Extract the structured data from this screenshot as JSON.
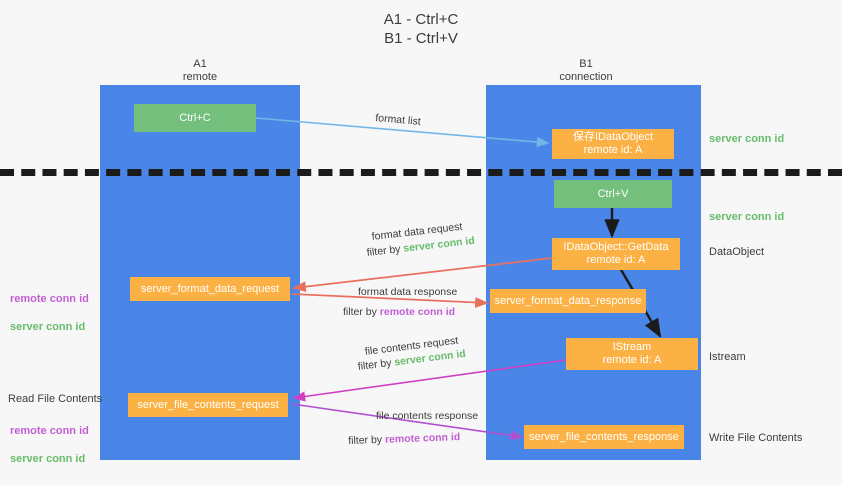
{
  "title": "A1 - Ctrl+C\nB1 - Ctrl+V",
  "columns": [
    {
      "name": "A1",
      "sub": "remote"
    },
    {
      "name": "B1",
      "sub": "connection"
    }
  ],
  "colors": {
    "lane": "#4a86e8",
    "green_box": "#73bf7b",
    "orange_box": "#fbb144",
    "server_conn_id": "#68bb6c",
    "remote_conn_id": "#c25fd4",
    "background": "#f7f7f7",
    "arrow_blue": "#73b7e8",
    "arrow_red": "#e8705f",
    "arrow_magenta": "#d13fc4",
    "arrow_purple": "#b050d0",
    "arrow_black": "#1b1b1b",
    "divider": "#1b1b1b"
  },
  "terms": {
    "server_conn_id": "server conn id",
    "remote_conn_id": "remote conn id",
    "filter_by": "filter by"
  },
  "boxes": [
    {
      "id": "ctrl-c",
      "label": "Ctrl+C"
    },
    {
      "id": "save-idataobject",
      "label": "保存IDataObject\nremote id: A"
    },
    {
      "id": "ctrl-v",
      "label": "Ctrl+V"
    },
    {
      "id": "idataobject-getdata",
      "label": "IDataObject::GetData\nremote id: A"
    },
    {
      "id": "server-format-data-request",
      "label": "server_format_data_request"
    },
    {
      "id": "server-format-data-response",
      "label": "server_format_data_response"
    },
    {
      "id": "istream",
      "label": "IStream\nremote id: A"
    },
    {
      "id": "server-file-contents-request",
      "label": "server_file_contents_request"
    },
    {
      "id": "server-file-contents-response",
      "label": "server_file_contents_response"
    }
  ],
  "right_labels": [
    {
      "id": "server-conn-id-1",
      "text": "server conn id"
    },
    {
      "id": "server-conn-id-2",
      "text": "server conn id"
    },
    {
      "id": "dataobject",
      "text": "DataObject"
    },
    {
      "id": "istream",
      "text": "Istream"
    },
    {
      "id": "write-file-contents",
      "text": "Write File Contents"
    }
  ],
  "left_labels": [
    {
      "id": "conn-ids-format",
      "remote": "remote conn id",
      "server": "server conn id"
    },
    {
      "id": "read-file-contents-title",
      "text": "Read File Contents"
    },
    {
      "id": "conn-ids-file",
      "remote": "remote conn id",
      "server": "server conn id"
    }
  ],
  "edges": [
    {
      "id": "format-list",
      "caption": "format list",
      "filter_prefix": "",
      "filter_term": ""
    },
    {
      "id": "format-data-request",
      "caption": "format data request",
      "filter_prefix": "filter by ",
      "filter_term": "server conn id",
      "filter_kind": "server"
    },
    {
      "id": "format-data-response",
      "caption": "format data response",
      "filter_prefix": "filter by ",
      "filter_term": "remote conn id",
      "filter_kind": "remote"
    },
    {
      "id": "file-contents-request",
      "caption": "file contents request",
      "filter_prefix": "filter by ",
      "filter_term": "server conn id",
      "filter_kind": "server"
    },
    {
      "id": "file-contents-response",
      "caption": "file contents response",
      "filter_prefix": "filter by ",
      "filter_term": "remote conn id",
      "filter_kind": "remote"
    }
  ]
}
